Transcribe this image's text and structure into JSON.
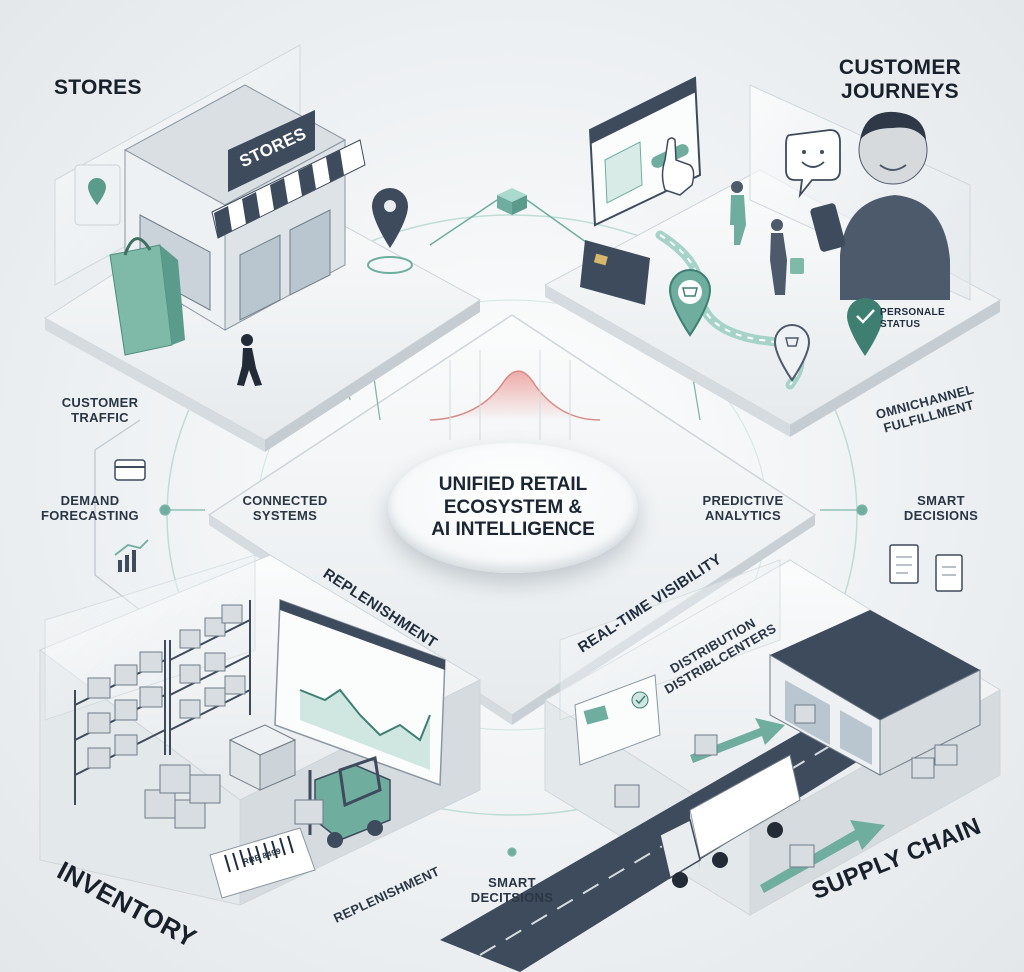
{
  "quadrants": {
    "stores": {
      "title": "STORES",
      "sign": "STORES"
    },
    "customer_journeys": {
      "title_line1": "CUSTOMER",
      "title_line2": "JOURNEYS",
      "status_line1": "PERSONALE",
      "status_line2": "STATUS"
    },
    "inventory": {
      "title": "INVENTORY",
      "barcode_text": "RRE 8499"
    },
    "supply_chain": {
      "title": "SUPPLY CHAIN"
    }
  },
  "hub": {
    "line1": "UNIFIED RETAIL",
    "line2": "ECOSYSTEM &",
    "line3": "AI INTELLIGENCE"
  },
  "labels": {
    "customer_traffic_1": "CUSTOMER",
    "customer_traffic_2": "TRAFFIC",
    "demand_forecasting_1": "DEMAND",
    "demand_forecasting_2": "FORECASTING",
    "connected_systems_1": "CONNECTED",
    "connected_systems_2": "SYSTEMS",
    "predictive_analytics_1": "PREDICTIVE",
    "predictive_analytics_2": "ANALYTICS",
    "smart_decisions_right_1": "SMART",
    "smart_decisions_right_2": "DECISIONS",
    "omnichannel_1": "OMNICHANNEL",
    "omnichannel_2": "FULFILLMENT",
    "replenishment_center": "REPLENISHMENT",
    "real_time_visibility": "REAL-TIME VISIBILITY",
    "distribution_1": "DISTRIBUTION",
    "distribution_2": "DISTRIBLCENTERS",
    "replenishment_bottom": "REPLENISHMENT",
    "smart_decisions_bottom_1": "SMART",
    "smart_decisions_bottom_2": "DECITSIONS"
  },
  "colors": {
    "accent": "#6fae9f",
    "accent_dark": "#3e7f72",
    "slate": "#4d5a6b",
    "platform": "#f3f5f6",
    "platform_edge": "#c9d0d5"
  },
  "icons": [
    "shopping-bag-icon",
    "map-pin-icon",
    "pedestrian-icon",
    "smiley-chat-icon",
    "smartphone-icon",
    "credit-card-icon",
    "cart-pin-icon",
    "checkmark-pin-icon",
    "shelf-icon",
    "box-icon",
    "forklift-icon",
    "barcode-icon",
    "line-chart-icon",
    "warehouse-icon",
    "truck-icon",
    "document-icon",
    "arrow-icon"
  ]
}
